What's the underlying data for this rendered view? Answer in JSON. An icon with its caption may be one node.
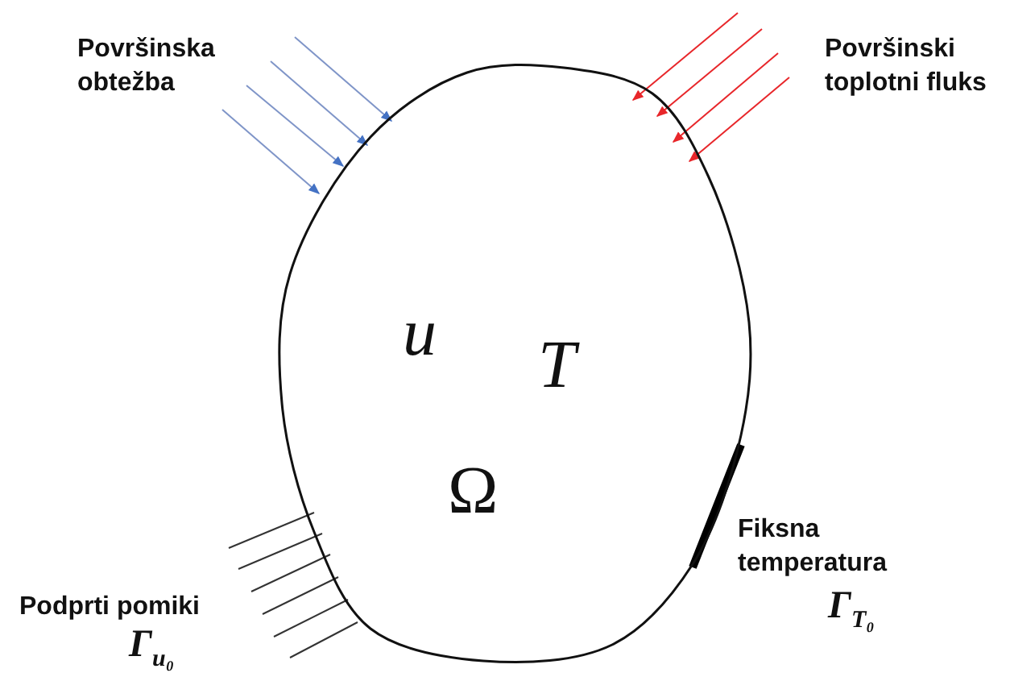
{
  "diagram": {
    "nodes": [
      {
        "text": [
          "u",
          "T",
          "Ω"
        ]
      }
    ],
    "labels": [
      "Površinska obtežba",
      "Površinski toplotni fluks",
      "Podprti pomiki",
      "Γ$_{u₀}$",
      "Fiksna temperatura",
      "Γ$_{T₀}$"
    ]
  }
}
